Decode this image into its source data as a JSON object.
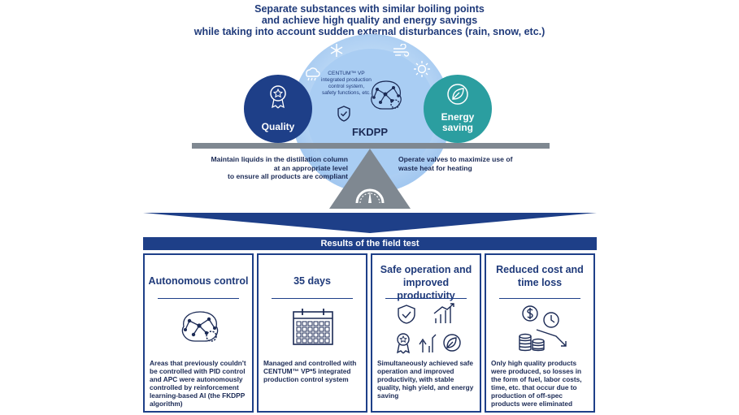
{
  "headline": {
    "line1": "Separate substances with similar boiling points",
    "line2": "and achieve high quality and energy savings",
    "line3": "while taking into account sudden external disturbances (rain, snow, etc.)"
  },
  "diagram": {
    "center_text": {
      "line1": "CENTUM™ VP",
      "line2": "integrated production",
      "line3": "control system,",
      "line4": "safety functions, etc."
    },
    "center_label": "FKDPP",
    "quality_label": "Quality",
    "energy_label_line1": "Energy",
    "energy_label_line2": "saving",
    "left_desc": {
      "line1": "Maintain liquids in the distillation column",
      "line2": "at an appropriate level",
      "line3": "to ensure all products are compliant"
    },
    "right_desc": {
      "line1": "Operate valves to maximize use of",
      "line2": "waste heat for heating"
    },
    "icons": [
      "cloud-rain-icon",
      "snowflake-icon",
      "wind-icon",
      "sun-icon",
      "ai-brain-icon",
      "shield-check-icon",
      "award-icon",
      "leaf-icon",
      "gauge-icon"
    ]
  },
  "results": {
    "title": "Results of the field test",
    "cards": [
      {
        "title_line1": "Autonomous control",
        "title_line2": "",
        "body": "Areas that previously couldn't be controlled with PID control and APC  were autonomously controlled by reinforcement learning-based AI (the FKDPP algorithm)",
        "icon": "ai-brain-icon"
      },
      {
        "title_line1": "35 days",
        "title_line2": "",
        "body": "Managed and controlled with CENTUM™ VP*5 integrated production control system",
        "icon": "calendar-icon"
      },
      {
        "title_line1": "Safe operation and",
        "title_line2": "improved productivity",
        "body": "Simultaneously achieved safe operation and improved productivity, with stable quality, high yield, and energy saving",
        "icon": "productivity-icons"
      },
      {
        "title_line1": "Reduced cost and",
        "title_line2": "time loss",
        "body": "Only high quality products were produced, so losses in the form of fuel, labor costs, time, etc. that occur due to production of off-spec products were eliminated",
        "icon": "cost-time-icon"
      }
    ]
  },
  "colors": {
    "navy": "#1e3f88",
    "teal": "#2b9ea0",
    "light_blue": "#a9cdf3",
    "grey": "#7f8891"
  }
}
